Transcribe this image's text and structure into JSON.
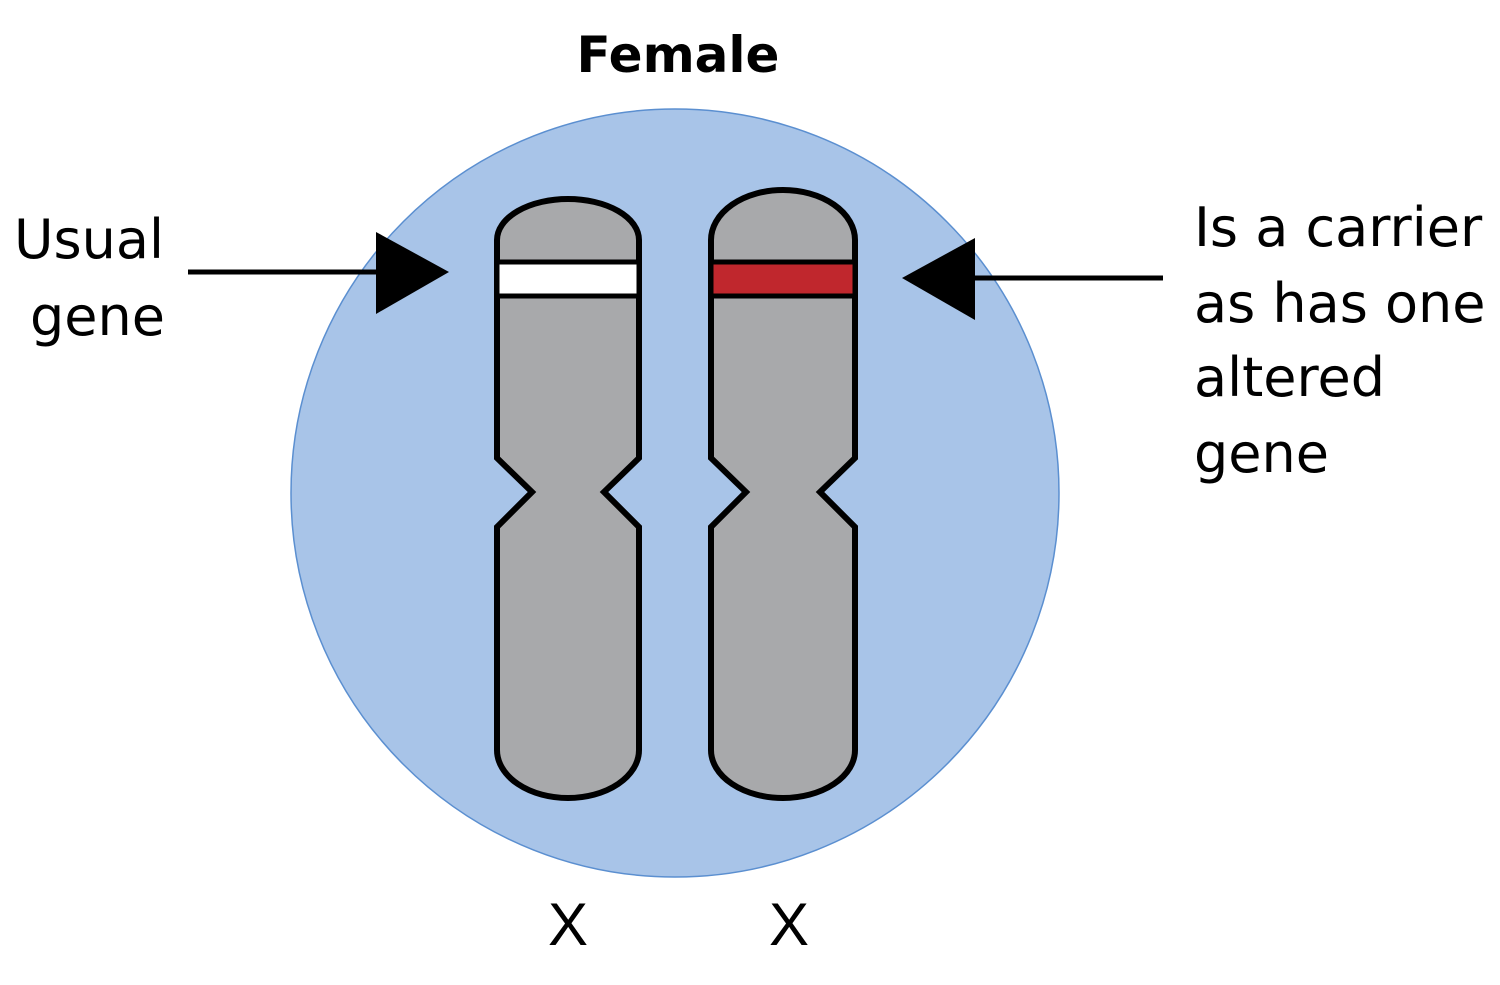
{
  "title": "Female",
  "colors": {
    "cell_fill": "#a8c4e8",
    "cell_stroke": "#5b8fd0",
    "chromosome_fill": "#a8a9ab",
    "chromosome_stroke": "#000000",
    "usual_gene_band": "#ffffff",
    "altered_gene_band": "#c0272d"
  },
  "labels": {
    "usual_gene": [
      "Usual",
      "gene"
    ],
    "carrier": [
      "Is a carrier",
      "as has one",
      "altered",
      "gene"
    ]
  },
  "chromosomes": [
    {
      "label": "X",
      "gene": "usual"
    },
    {
      "label": "X",
      "gene": "altered"
    }
  ]
}
